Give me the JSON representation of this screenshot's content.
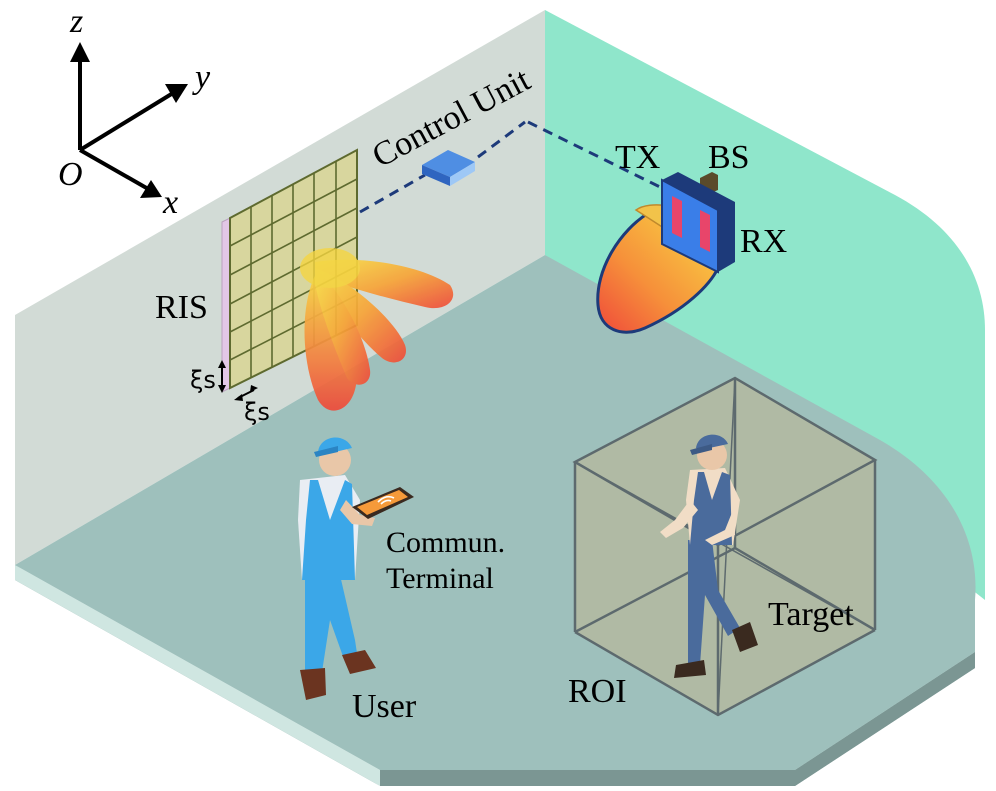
{
  "axes": {
    "z": "z",
    "y": "y",
    "x": "x",
    "origin": "O"
  },
  "labels": {
    "control_unit": "Control Unit",
    "tx": "TX",
    "bs": "BS",
    "rx": "RX",
    "ris": "RIS",
    "xi_vertical": "ξs",
    "xi_horizontal": "ξs",
    "terminal_line1": "Commun.",
    "terminal_line2": "Terminal",
    "user": "User",
    "target": "Target",
    "roi": "ROI"
  },
  "colors": {
    "left_wall": "#d2dbd6",
    "right_wall": "#8fe6cb",
    "floor": "#9ec0bc",
    "beam_orange": "#f58a2e",
    "beam_yellow": "#f9d83b",
    "bs_blue": "#3a7ee8",
    "roi_box": "#bfb48f"
  }
}
